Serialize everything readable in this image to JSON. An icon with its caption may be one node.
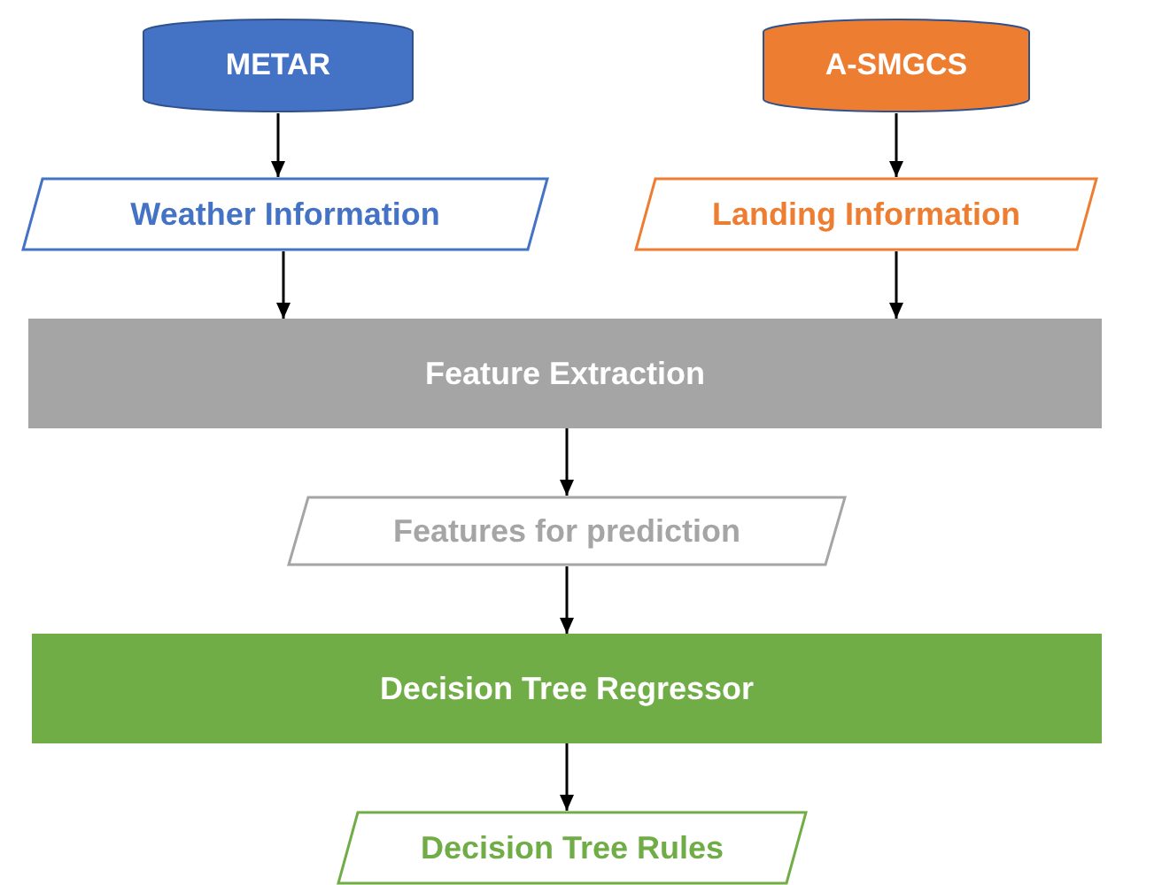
{
  "diagram": {
    "nodes": [
      {
        "text": [
          "METAR"
        ]
      },
      {
        "text": [
          "Weather Information"
        ]
      },
      {
        "text": [
          "A-SMGCS"
        ]
      },
      {
        "text": [
          "Landing Information"
        ]
      },
      {
        "text": [
          "Feature Extraction"
        ]
      },
      {
        "text": [
          "Features for prediction"
        ]
      },
      {
        "text": [
          "Decision Tree Regressor"
        ]
      },
      {
        "text": [
          "Decision Tree Rules"
        ]
      }
    ],
    "edges": [
      {
        "from": 0,
        "to": 1,
        "arrow": "to"
      },
      {
        "from": 2,
        "to": 3,
        "arrow": "to"
      },
      {
        "from": 1,
        "to": 4,
        "arrow": "to"
      },
      {
        "from": 3,
        "to": 4,
        "arrow": "to"
      },
      {
        "from": 4,
        "to": 5,
        "arrow": "to"
      },
      {
        "from": 5,
        "to": 6,
        "arrow": "to"
      },
      {
        "from": 6,
        "to": 7,
        "arrow": "to"
      }
    ]
  }
}
